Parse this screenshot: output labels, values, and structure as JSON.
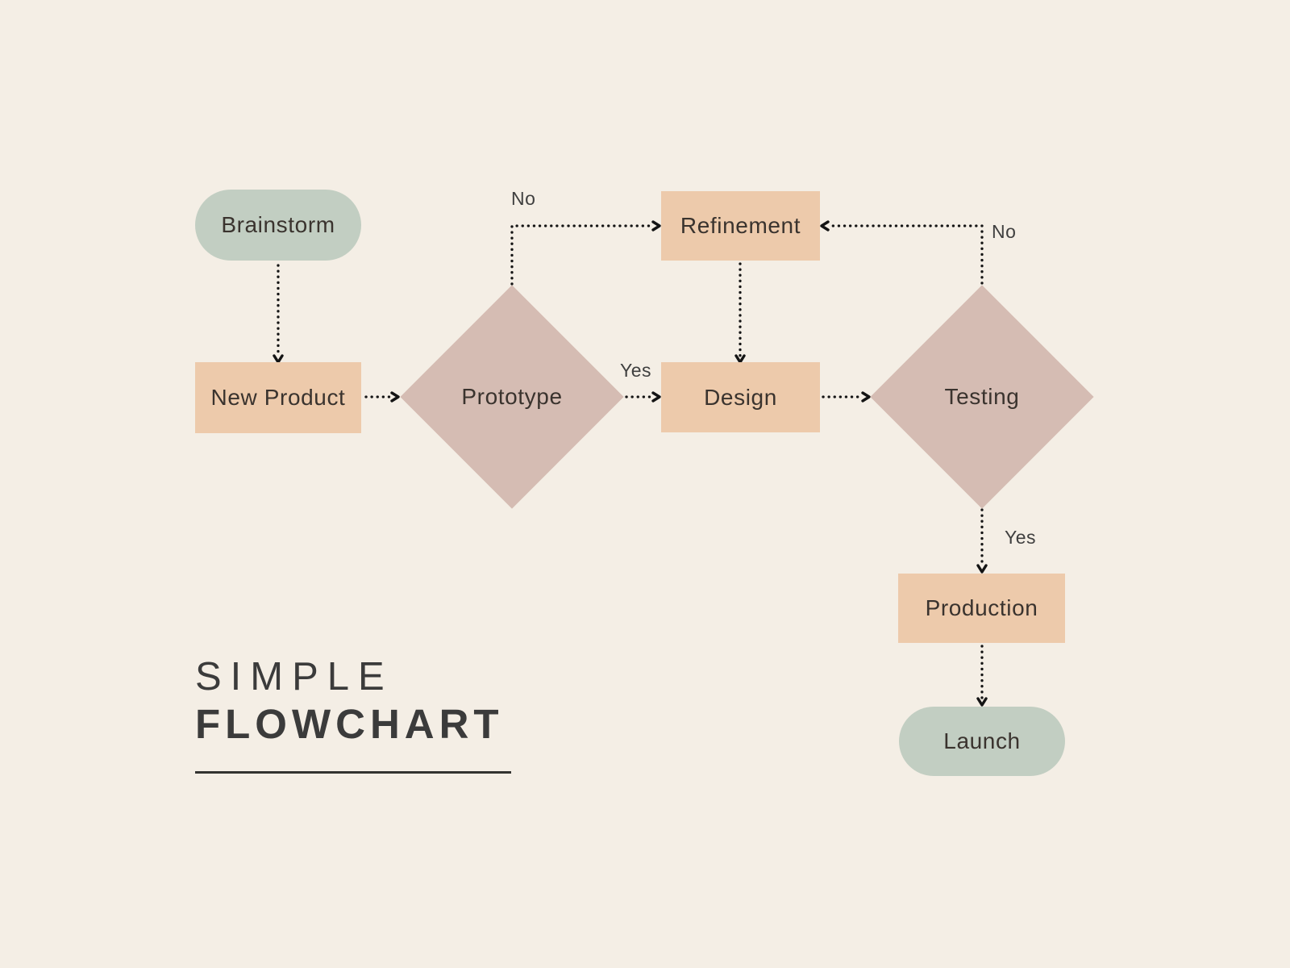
{
  "title": {
    "line1": "SIMPLE",
    "line2": "FLOWCHART"
  },
  "colors": {
    "background": "#f4eee5",
    "terminal_fill": "#c2cec2",
    "process_fill": "#edcaab",
    "decision_fill": "#d5bcb3",
    "node_text": "#3a332e",
    "title_text": "#3b3b3b",
    "arrow": "#141414"
  },
  "nodes": {
    "brainstorm": {
      "label": "Brainstorm",
      "shape": "rounded"
    },
    "new_product": {
      "label": "New Product",
      "shape": "rectangle"
    },
    "prototype": {
      "label": "Prototype",
      "shape": "diamond"
    },
    "refinement": {
      "label": "Refinement",
      "shape": "rectangle"
    },
    "design": {
      "label": "Design",
      "shape": "rectangle"
    },
    "testing": {
      "label": "Testing",
      "shape": "diamond"
    },
    "production": {
      "label": "Production",
      "shape": "rectangle"
    },
    "launch": {
      "label": "Launch",
      "shape": "rounded"
    }
  },
  "edges": [
    {
      "from": "brainstorm",
      "to": "new_product",
      "label": ""
    },
    {
      "from": "new_product",
      "to": "prototype",
      "label": ""
    },
    {
      "from": "prototype",
      "to": "refinement",
      "label": "No"
    },
    {
      "from": "prototype",
      "to": "design",
      "label": "Yes"
    },
    {
      "from": "refinement",
      "to": "design",
      "label": ""
    },
    {
      "from": "design",
      "to": "testing",
      "label": ""
    },
    {
      "from": "testing",
      "to": "refinement",
      "label": "No"
    },
    {
      "from": "testing",
      "to": "production",
      "label": "Yes"
    },
    {
      "from": "production",
      "to": "launch",
      "label": ""
    }
  ]
}
